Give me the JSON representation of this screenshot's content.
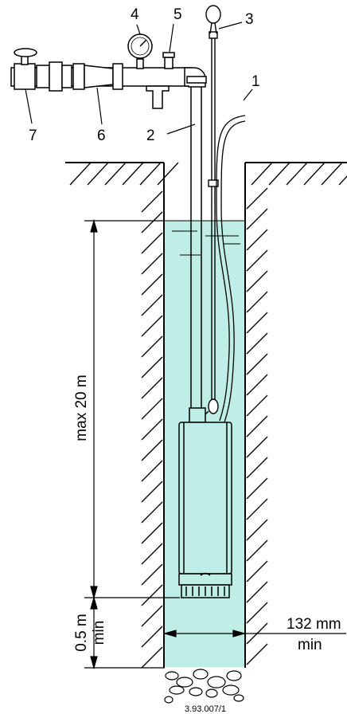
{
  "callouts": {
    "c1": "1",
    "c2": "2",
    "c3": "3",
    "c4": "4",
    "c5": "5",
    "c6": "6",
    "c7": "7"
  },
  "dimensions": {
    "max_depth": "max 20 m",
    "clearance_value": "0.5 m",
    "clearance_min": "min",
    "diameter_value": "132 mm",
    "diameter_min": "min"
  },
  "figure_id": "3.93.007/1",
  "colors": {
    "water": "#bfeee6",
    "line": "#000000"
  }
}
